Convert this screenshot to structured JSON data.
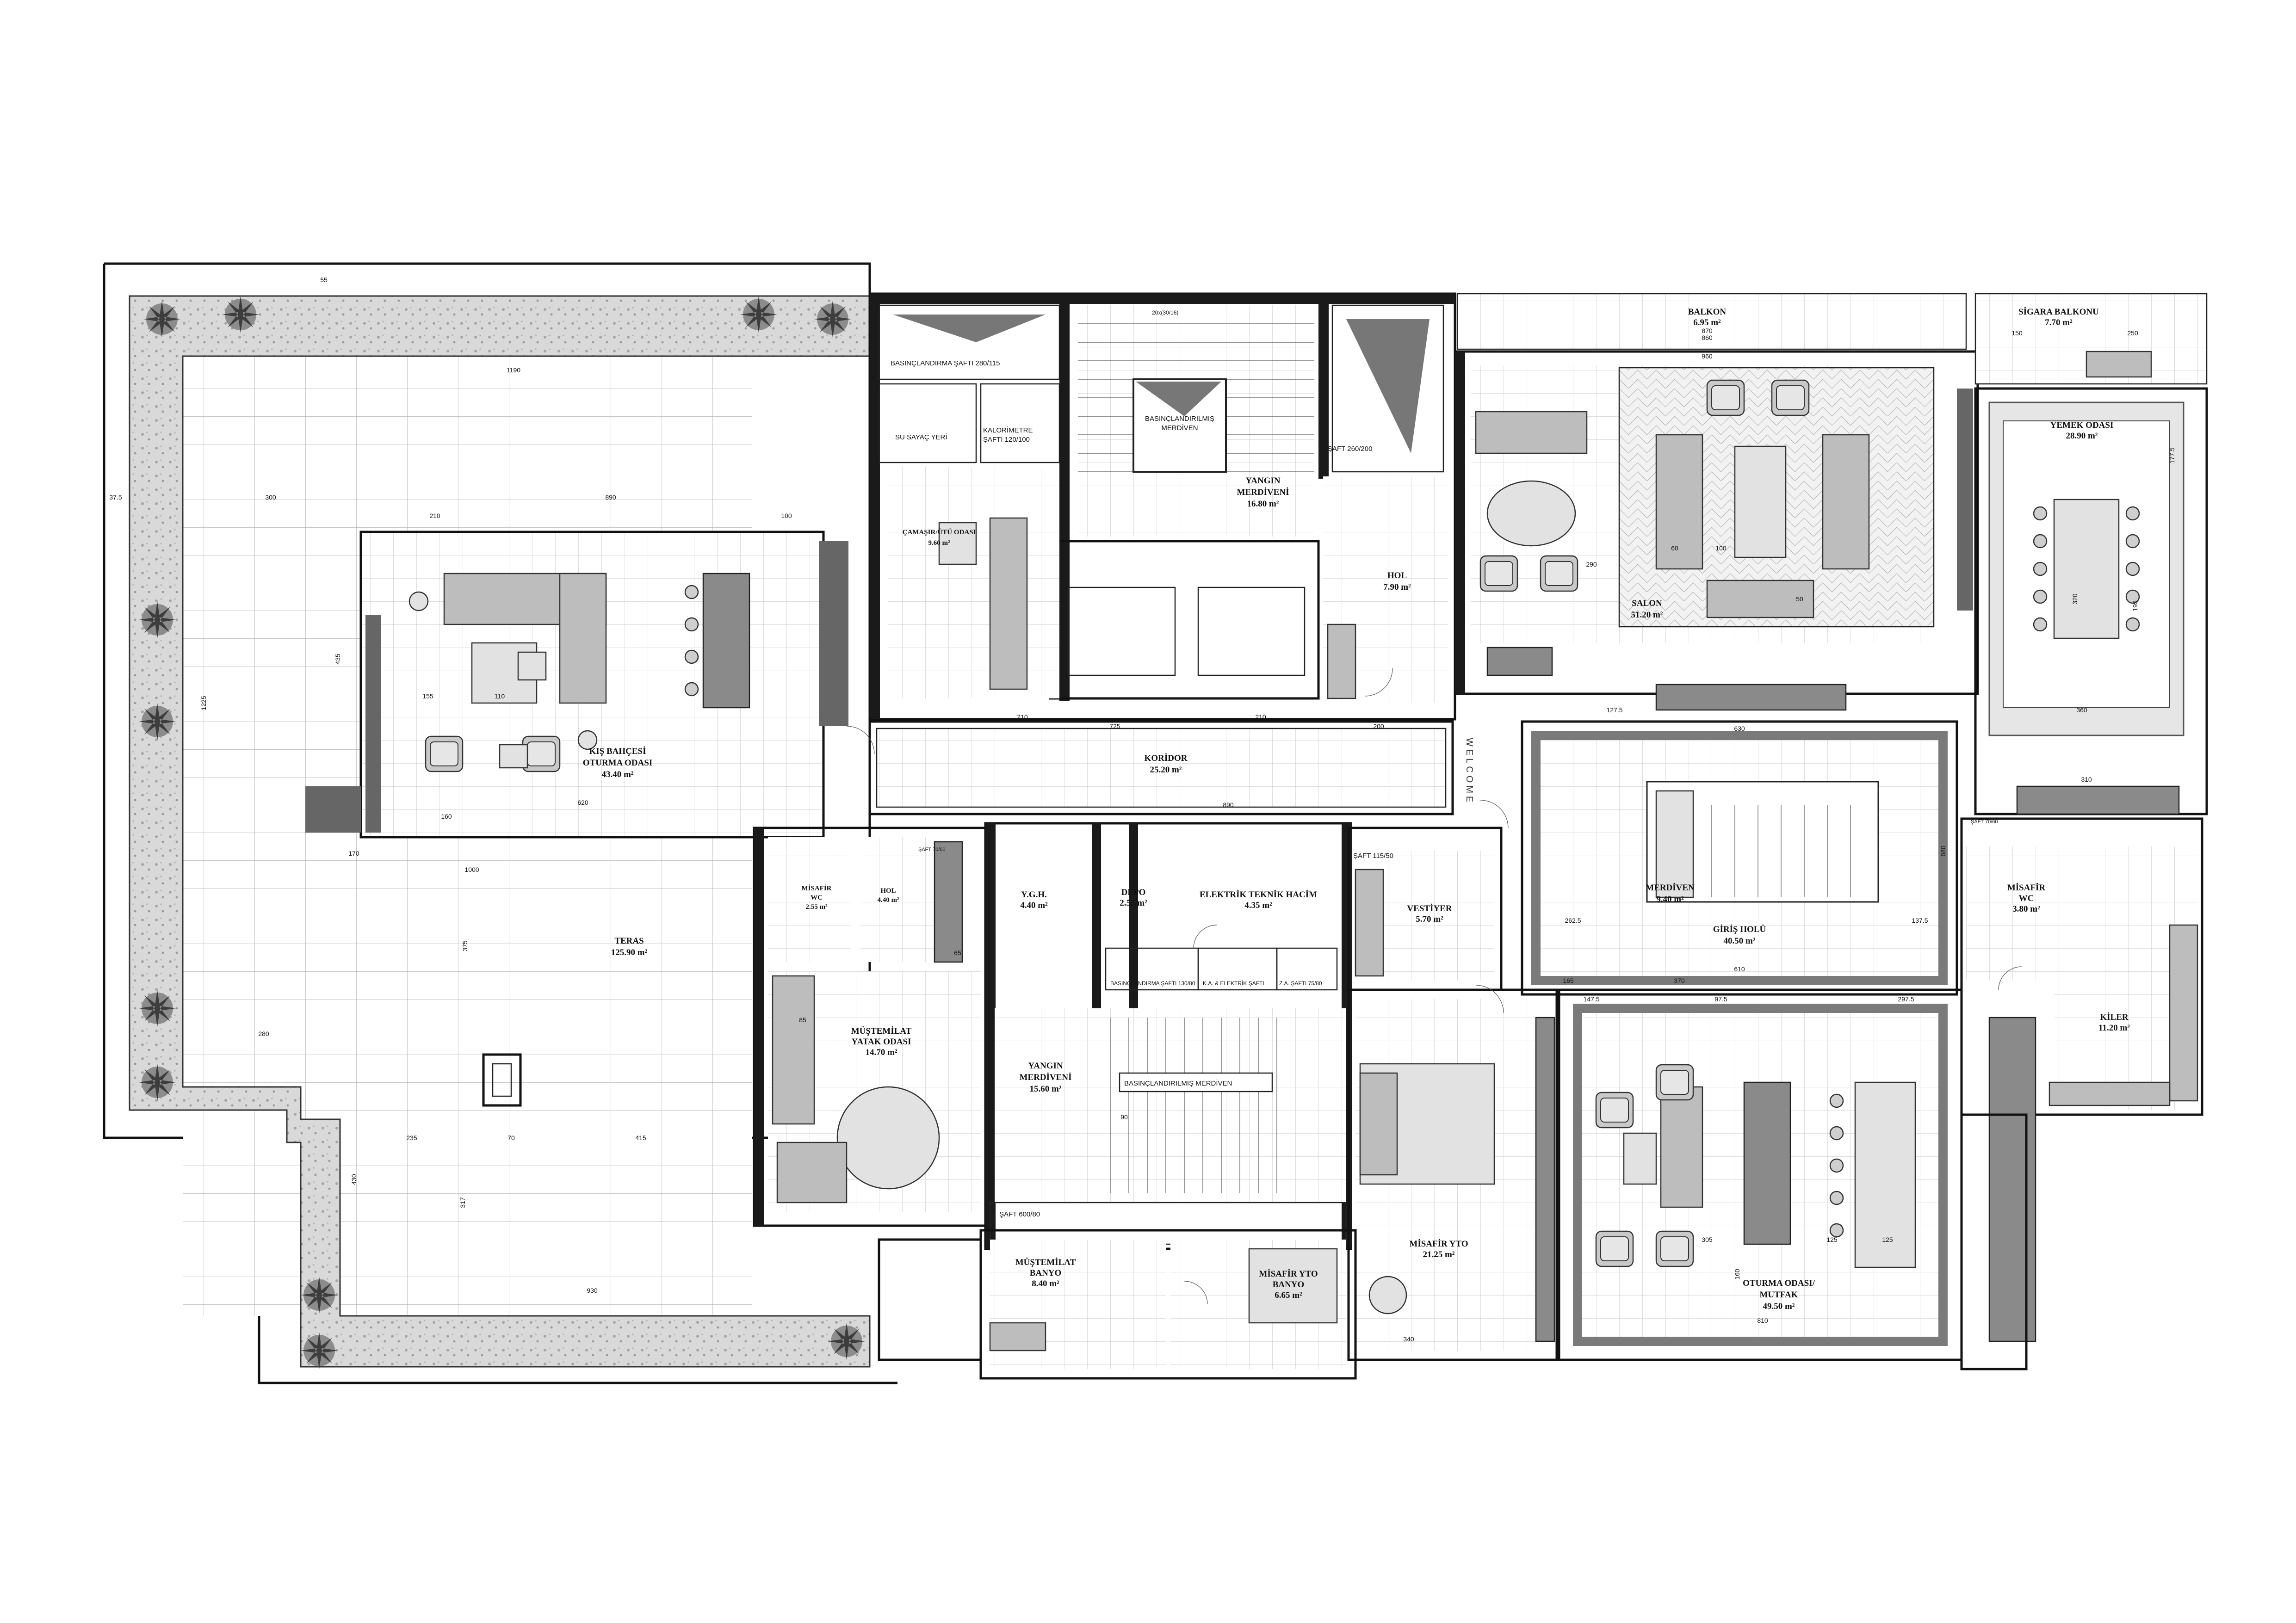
{
  "rooms": {
    "kis_bahcesi": {
      "name1": "KIŞ BAHÇESİ",
      "name2": "OTURMA ODASI",
      "area": "43.40 m²"
    },
    "teras": {
      "name": "TERAS",
      "area": "125.90 m²"
    },
    "camasir": {
      "name": "ÇAMAŞIR/ÜTÜ ODASI",
      "area": "9.60 m²"
    },
    "yangin_merdiveni_top": {
      "name1": "YANGIN",
      "name2": "MERDİVENİ",
      "area": "16.80 m²"
    },
    "hol_top": {
      "name": "HOL",
      "area": "7.90 m²"
    },
    "balkon": {
      "name": "BALKON",
      "area": "6.95 m²"
    },
    "sigara_balkonu": {
      "name": "SİGARA BALKONU",
      "area": "7.70 m²"
    },
    "yemek_odasi": {
      "name": "YEMEK ODASI",
      "area": "28.90 m²"
    },
    "salon": {
      "name": "SALON",
      "area": "51.20 m²"
    },
    "koridor": {
      "name": "KORİDOR",
      "area": "25.20 m²"
    },
    "merdiven": {
      "name": "MERDİVEN",
      "area": "9.40 m²"
    },
    "giris_holu": {
      "name": "GİRİŞ HOLÜ",
      "area": "40.50 m²"
    },
    "misafir_wc_left": {
      "name1": "MİSAFİR",
      "name2": "WC",
      "area": "2.55 m²"
    },
    "hol_left": {
      "name": "HOL",
      "area": "4.40 m²"
    },
    "ygh": {
      "name": "Y.G.H.",
      "area": "4.40 m²"
    },
    "depo": {
      "name": "DEPO",
      "area": "2.55 m²"
    },
    "elektrik": {
      "name": "ELEKTRİK TEKNİK HACİM",
      "area": "4.35 m²"
    },
    "vestiyer": {
      "name": "VESTİYER",
      "area": "5.70 m²"
    },
    "misafir_wc_right": {
      "name1": "MİSAFİR",
      "name2": "WC",
      "area": "3.80 m²"
    },
    "kiler": {
      "name": "KİLER",
      "area": "11.20 m²"
    },
    "mustemilat_yatak": {
      "name1": "MÜŞTEMİLAT",
      "name2": "YATAK ODASI",
      "area": "14.70 m²"
    },
    "yangin_merdiveni_mid": {
      "name1": "YANGIN",
      "name2": "MERDİVENİ",
      "area": "15.60 m²"
    },
    "misafir_yto": {
      "name": "MİSAFİR YTO",
      "area": "21.25 m²"
    },
    "oturma_mutfak": {
      "name1": "OTURMA ODASI/",
      "name2": "MUTFAK",
      "area": "49.50 m²"
    },
    "mustemilat_banyo": {
      "name1": "MÜŞTEMİLAT",
      "name2": "BANYO",
      "area": "8.40 m²"
    },
    "misafir_yto_banyo": {
      "name1": "MİSAFİR YTO",
      "name2": "BANYO",
      "area": "6.65 m²"
    }
  },
  "shafts": {
    "basinclandirma_top": "BASINÇLANDIRMA ŞAFTI 280/115",
    "basinclandirilmis_top1": "BASINÇLANDIRILMIŞ",
    "basinclandirilmis_top2": "MERDİVEN",
    "su_sayac": "SU SAYAÇ YERİ",
    "kalorimetre1": "KALORİMETRE",
    "kalorimetre2": "ŞAFTI 120/100",
    "saft_260": "ŞAFT 260/200",
    "saft_115": "ŞAFT 115/50",
    "saft_70": "ŞAFT 70/60",
    "saft_70b": "ŞAFT 70/60",
    "basinclandirma_mid": "BASINÇLANDIRMA ŞAFTI 130/80",
    "ka_elektrik": "K.A. & ELEKTRİK ŞAFTI",
    "za": "Z.A. ŞAFTI 75/80",
    "basinclandirilmis_mid": "BASINÇLANDIRILMIŞ MERDİVEN",
    "saft_600": "ŞAFT 600/80",
    "stair_tag": "20x(30/16)",
    "welcome": "WELCOME"
  },
  "dims": [
    "1190",
    "890",
    "300",
    "210",
    "100",
    "1225",
    "435",
    "155",
    "110",
    "620",
    "160",
    "1000",
    "170",
    "375",
    "280",
    "415",
    "235",
    "930",
    "317",
    "430",
    "725",
    "210",
    "890",
    "630",
    "860",
    "870",
    "960",
    "250",
    "150",
    "290",
    "100",
    "60",
    "50",
    "210",
    "200",
    "127.5",
    "680",
    "262.5",
    "137.5",
    "610",
    "165",
    "370",
    "147.5",
    "97.5",
    "297.5",
    "810",
    "125",
    "340",
    "305",
    "125",
    "160",
    "360",
    "310",
    "195",
    "320",
    "177.5",
    "90",
    "85",
    "70",
    "55",
    "37.5",
    "65"
  ]
}
